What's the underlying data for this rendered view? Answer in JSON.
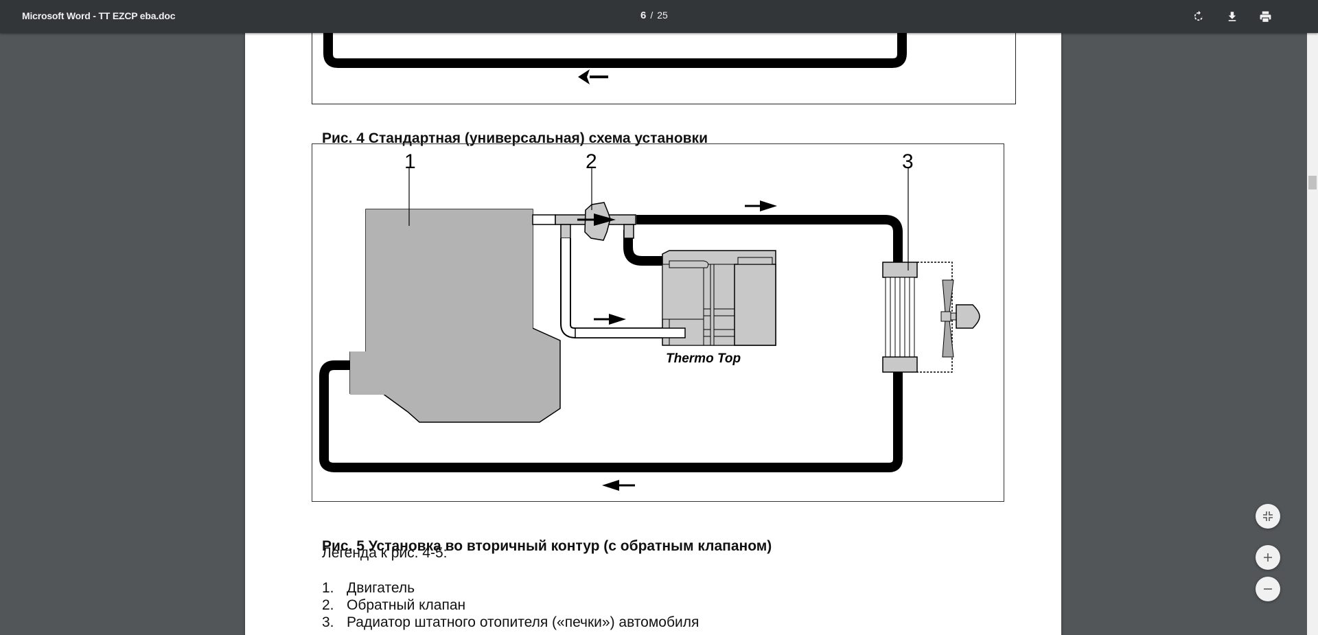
{
  "toolbar": {
    "title": "Microsoft Word - TT EZCP eba.doc",
    "page_current": "6",
    "page_separator": "/",
    "page_total": "25",
    "buttons": [
      {
        "name": "rotate",
        "icon": "rotate-icon"
      },
      {
        "name": "download",
        "icon": "download-icon"
      },
      {
        "name": "print",
        "icon": "print-icon"
      }
    ]
  },
  "document": {
    "fig4_caption": "Рис. 4 Стандартная (универсальная) схема установки",
    "fig5": {
      "labels": [
        "1",
        "2",
        "3"
      ],
      "heater_label": "Thermo Top"
    },
    "fig5_caption": "Рис. 5 Установка во вторичный контур (с обратным клапаном)",
    "legend_title": "Легенда к рис. 4-5:",
    "legend_items": [
      {
        "num": "1.",
        "text": "Двигатель"
      },
      {
        "num": "2.",
        "text": "Обратный клапан"
      },
      {
        "num": "3.",
        "text": "Радиатор штатного отопителя («печки») автомобиля"
      }
    ]
  },
  "zoom_controls": {
    "fit_icon": "fit-page-icon",
    "zoom_in_icon": "plus-icon",
    "zoom_out_icon": "minus-icon"
  }
}
